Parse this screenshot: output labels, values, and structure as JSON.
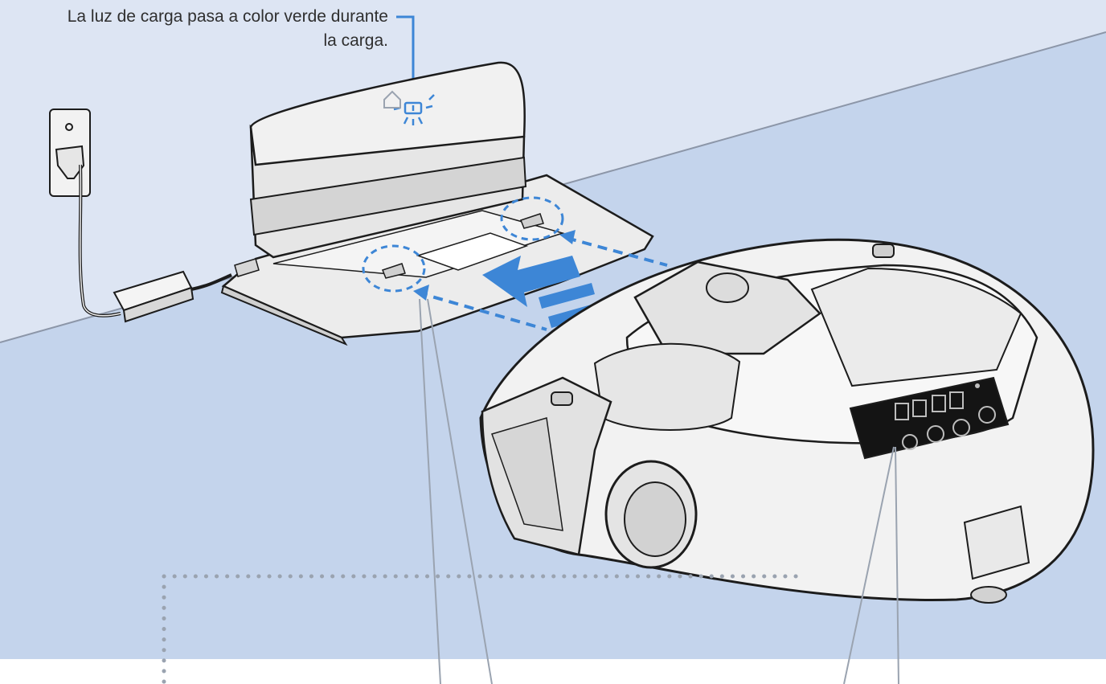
{
  "callout": {
    "text": "La luz de carga pasa a color verde durante la carga.",
    "line1": "La luz de carga pasa a color verde durante",
    "line2": "la carga."
  },
  "colors": {
    "wall": "#dde5f3",
    "floor": "#c4d4ec",
    "accent": "#3d86d6",
    "outline": "#1c1c1c",
    "device": "#ececec"
  }
}
